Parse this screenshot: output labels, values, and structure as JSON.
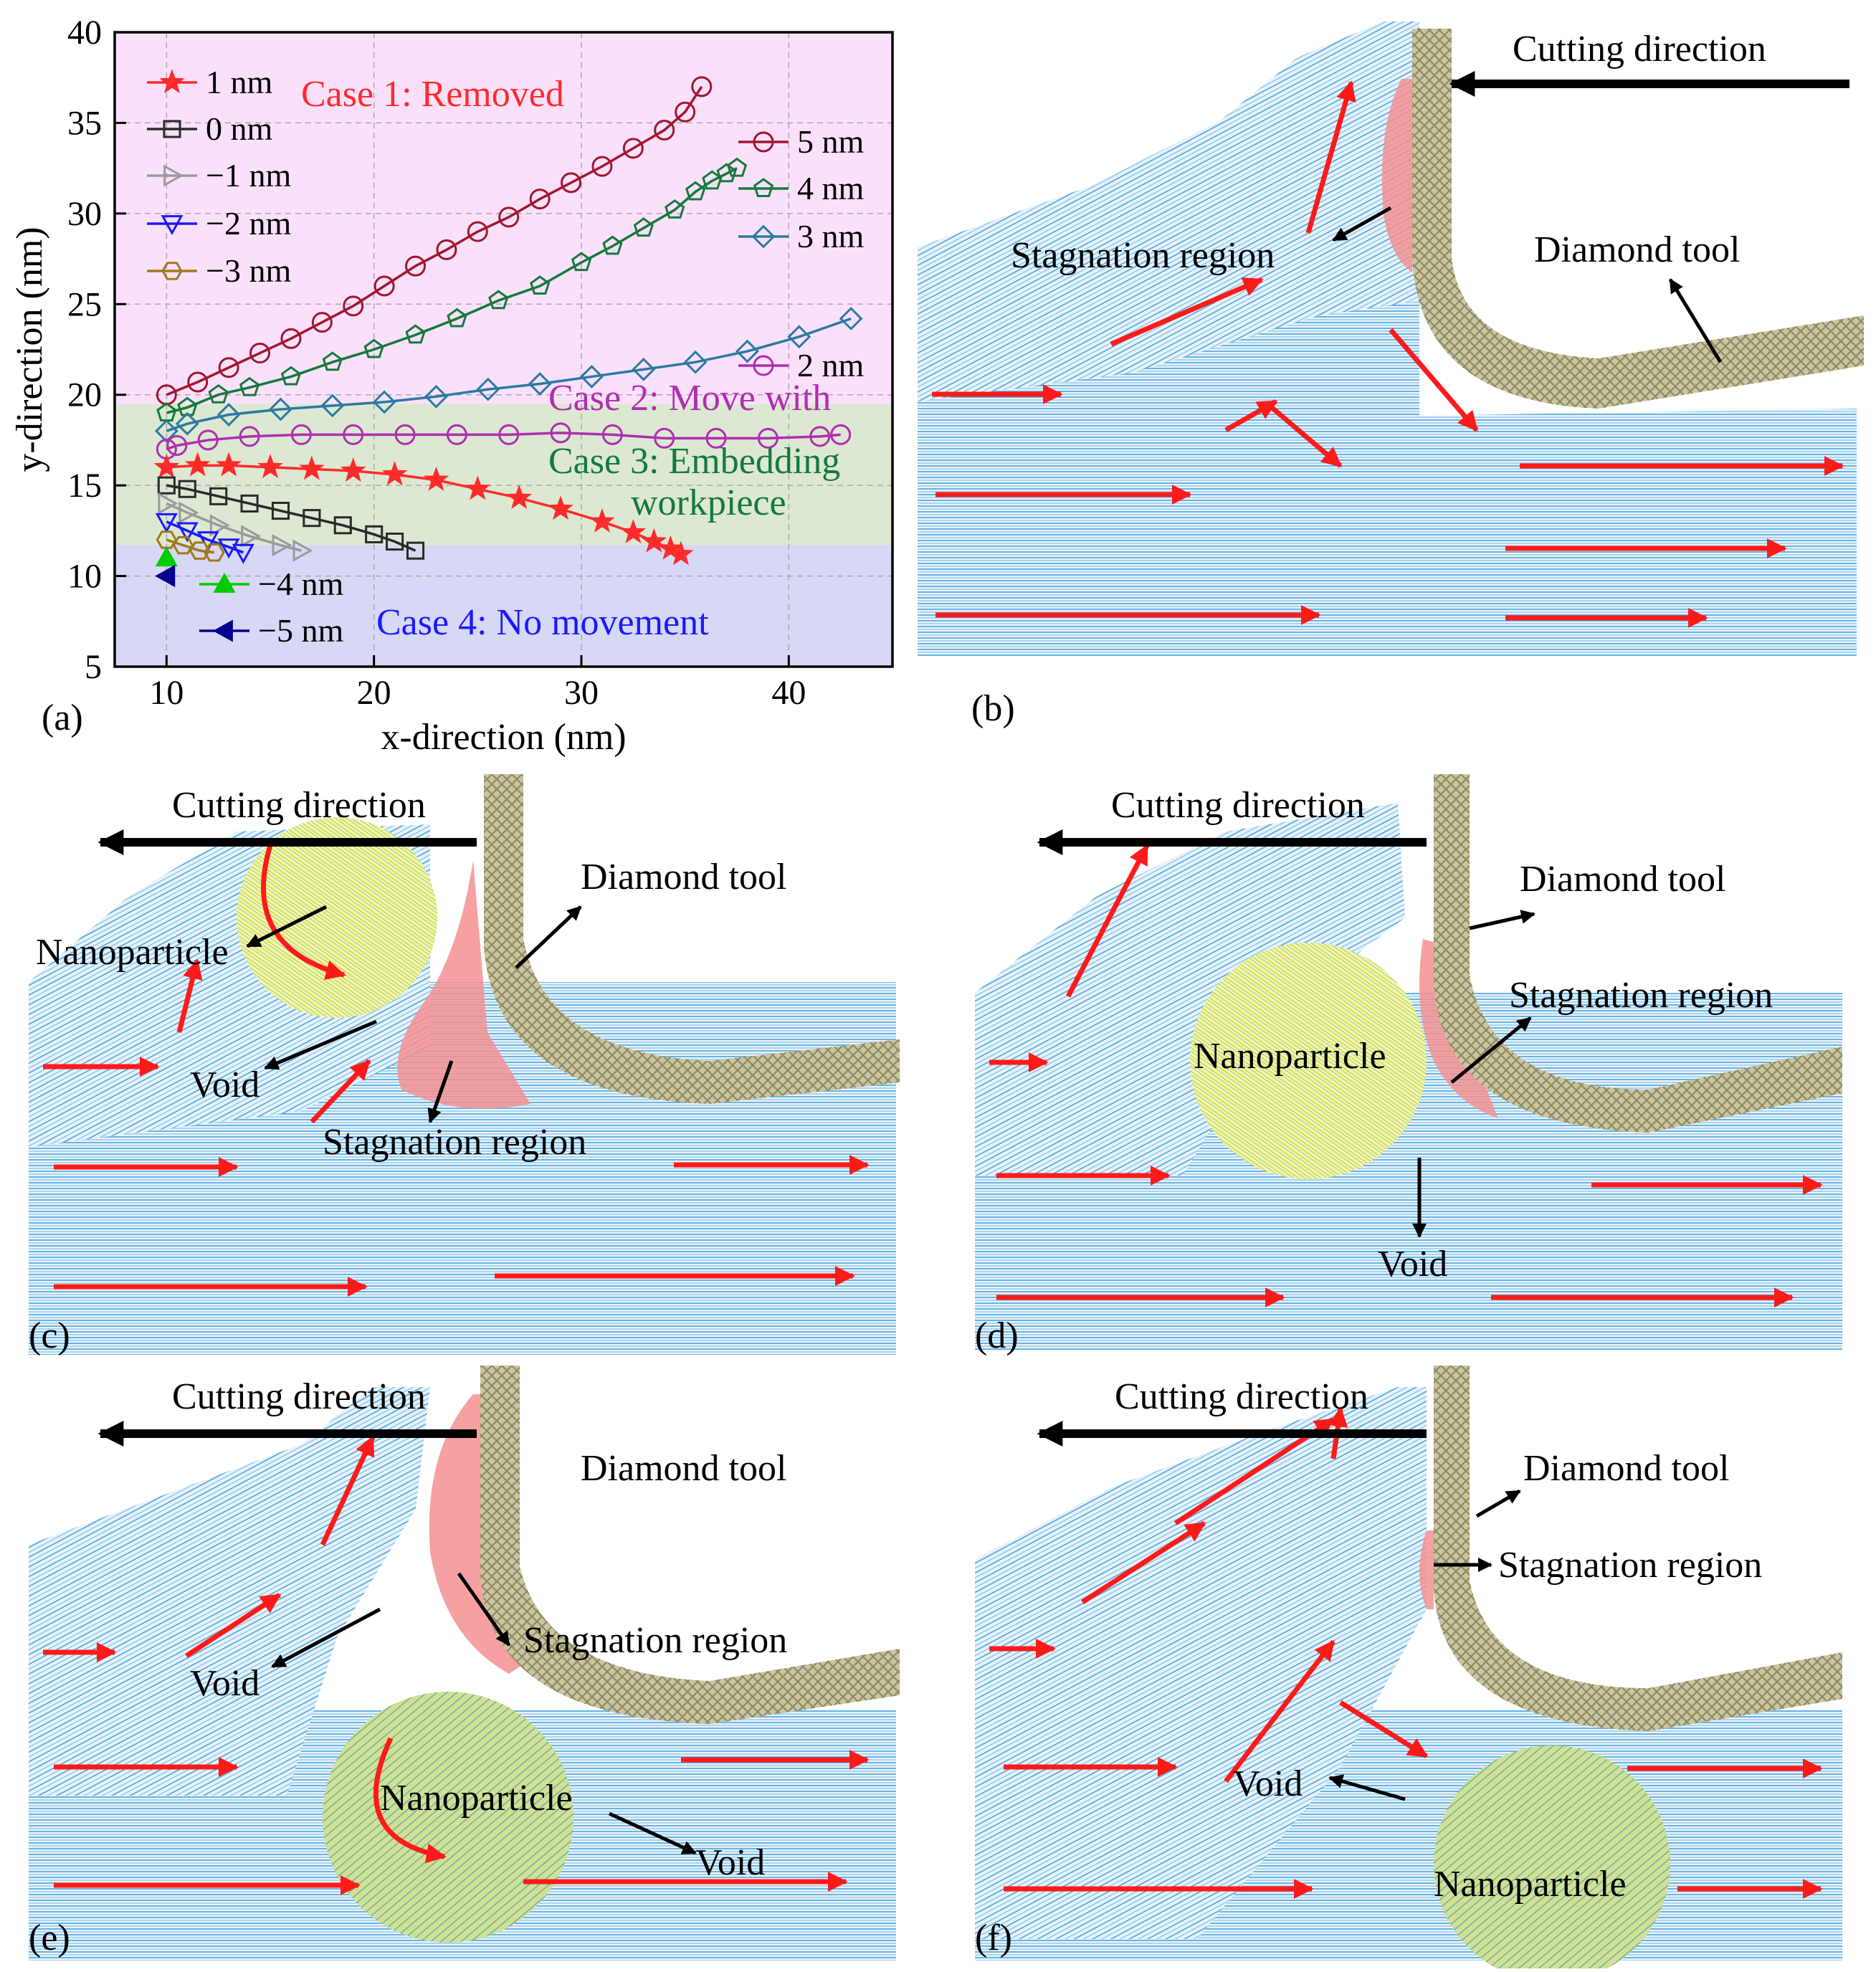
{
  "figure": {
    "panel_labels": [
      "(a)",
      "(b)",
      "(c)",
      "(d)",
      "(e)",
      "(f)"
    ]
  },
  "colors": {
    "case1": "#fbe0fb",
    "case2_3": "#dce8d2",
    "case4": "#d7d7f6",
    "workpiece": "#5aa8dc",
    "tool": "#a39e73",
    "stagnation": "#f39090",
    "nanoparticle": "#eef57a",
    "flow_arrow": "#ff1a1a",
    "label_arrow": "#000000"
  },
  "chart_data": {
    "type": "line",
    "xlabel": "x-direction (nm)",
    "ylabel": "y-direction (nm)",
    "xlim": [
      7.5,
      45
    ],
    "ylim": [
      5,
      40
    ],
    "xticks": [
      10,
      20,
      30,
      40
    ],
    "yticks": [
      5,
      10,
      15,
      20,
      25,
      30,
      35,
      40
    ],
    "grid": true,
    "regions": [
      {
        "label": "Case 1: Removed",
        "y0": 19.5,
        "y1": 40,
        "color": "#fbe0fb"
      },
      {
        "label": "Case 2: Move with",
        "y0": 11.7,
        "y1": 19.5,
        "color": "#dce8d2"
      },
      {
        "label": "Case 3: Embedding",
        "y0": 11.7,
        "y1": 19.5,
        "color": "#dce8d2"
      },
      {
        "label": "workpiece",
        "y0": 11.7,
        "y1": 19.5,
        "color": "#dce8d2"
      },
      {
        "label": "Case 4: No movement",
        "y0": 5,
        "y1": 11.7,
        "color": "#d7d7f6"
      }
    ],
    "series": [
      {
        "name": "5 nm",
        "color": "#a0182f",
        "marker": "circle",
        "x": [
          10,
          11.5,
          13,
          14.5,
          16,
          17.5,
          19,
          20.5,
          22,
          23.5,
          25,
          26.5,
          28,
          29.5,
          31,
          32.5,
          34,
          35,
          35.8
        ],
        "y": [
          20,
          20.7,
          21.5,
          22.3,
          23.1,
          24,
          24.9,
          26,
          27.1,
          28,
          29,
          29.8,
          30.8,
          31.7,
          32.6,
          33.6,
          34.6,
          35.6,
          37
        ]
      },
      {
        "name": "4 nm",
        "color": "#137a3b",
        "marker": "pentagon",
        "x": [
          10,
          11,
          12.5,
          14,
          16,
          18,
          20,
          22,
          24,
          26,
          28,
          30,
          31.5,
          33,
          34.5,
          35.5,
          36.3,
          37,
          37.5
        ],
        "y": [
          19,
          19.3,
          20,
          20.4,
          21,
          21.8,
          22.5,
          23.3,
          24.2,
          25.2,
          26,
          27.3,
          28.2,
          29.2,
          30.2,
          31.2,
          31.8,
          32.2,
          32.5
        ]
      },
      {
        "name": "3 nm",
        "color": "#2a7aa2",
        "marker": "diamond",
        "x": [
          10,
          11,
          13,
          15.5,
          18,
          20.5,
          23,
          25.5,
          28,
          30.5,
          33,
          35.5,
          38,
          40.5,
          43
        ],
        "y": [
          18,
          18.4,
          18.9,
          19.2,
          19.4,
          19.6,
          19.9,
          20.3,
          20.6,
          21,
          21.4,
          21.8,
          22.4,
          23.2,
          24.2
        ]
      },
      {
        "name": "2 nm",
        "color": "#b02eb0",
        "marker": "circle",
        "x": [
          10,
          10.5,
          12,
          14,
          16.5,
          19,
          21.5,
          24,
          26.5,
          29,
          31.5,
          34,
          36.5,
          39,
          41.5,
          42.5
        ],
        "y": [
          17,
          17.2,
          17.5,
          17.7,
          17.8,
          17.8,
          17.8,
          17.8,
          17.8,
          17.9,
          17.8,
          17.6,
          17.6,
          17.6,
          17.7,
          17.8
        ]
      },
      {
        "name": "1 nm",
        "color": "#ff2a2a",
        "marker": "star",
        "x": [
          10,
          11.5,
          13,
          15,
          17,
          19,
          21,
          23,
          25,
          27,
          29,
          31,
          32.5,
          33.5,
          34.3,
          34.8
        ],
        "y": [
          16,
          16.1,
          16.1,
          16,
          15.9,
          15.8,
          15.6,
          15.3,
          14.8,
          14.3,
          13.7,
          13,
          12.4,
          11.9,
          11.5,
          11.2
        ]
      },
      {
        "name": "0 nm",
        "color": "#2a2a2a",
        "marker": "square",
        "x": [
          10,
          11,
          12.5,
          14,
          15.5,
          17,
          18.5,
          20,
          21,
          22
        ],
        "y": [
          15,
          14.8,
          14.4,
          14,
          13.6,
          13.2,
          12.8,
          12.3,
          11.9,
          11.4
        ]
      },
      {
        "name": "−1 nm",
        "color": "#9a9a9a",
        "marker": "tri-right",
        "x": [
          10,
          11,
          12.5,
          14,
          15.5,
          16.5
        ],
        "y": [
          14,
          13.5,
          12.8,
          12.2,
          11.7,
          11.4
        ]
      },
      {
        "name": "−2 nm",
        "color": "#1a1aff",
        "marker": "tri-down",
        "x": [
          10,
          11,
          12,
          13,
          13.7
        ],
        "y": [
          13,
          12.5,
          12,
          11.6,
          11.3
        ]
      },
      {
        "name": "−3 nm",
        "color": "#a07a1a",
        "marker": "hexagon",
        "x": [
          10,
          10.8,
          11.6,
          12.3
        ],
        "y": [
          12,
          11.7,
          11.4,
          11.3
        ]
      },
      {
        "name": "−4 nm",
        "color": "#00cc00",
        "marker": "tri-up",
        "x": [
          10
        ],
        "y": [
          11
        ]
      },
      {
        "name": "−5 nm",
        "color": "#000090",
        "marker": "tri-left",
        "x": [
          10
        ],
        "y": [
          10
        ]
      }
    ]
  },
  "panels": {
    "b": {
      "cutting_direction": "Cutting direction",
      "stagnation": "Stagnation region",
      "tool": "Diamond tool"
    },
    "c": {
      "cutting_direction": "Cutting direction",
      "nanoparticle": "Nanoparticle",
      "tool": "Diamond tool",
      "void": "Void",
      "stagnation": "Stagnation region"
    },
    "d": {
      "cutting_direction": "Cutting direction",
      "tool": "Diamond tool",
      "stagnation": "Stagnation region",
      "nanoparticle": "Nanoparticle",
      "void": "Void"
    },
    "e": {
      "cutting_direction": "Cutting direction",
      "tool": "Diamond tool",
      "stagnation": "Stagnation region",
      "void1": "Void",
      "nanoparticle": "Nanoparticle",
      "void2": "Void"
    },
    "f": {
      "cutting_direction": "Cutting direction",
      "tool": "Diamond tool",
      "stagnation": "Stagnation region",
      "void": "Void",
      "nanoparticle": "Nanoparticle"
    }
  }
}
